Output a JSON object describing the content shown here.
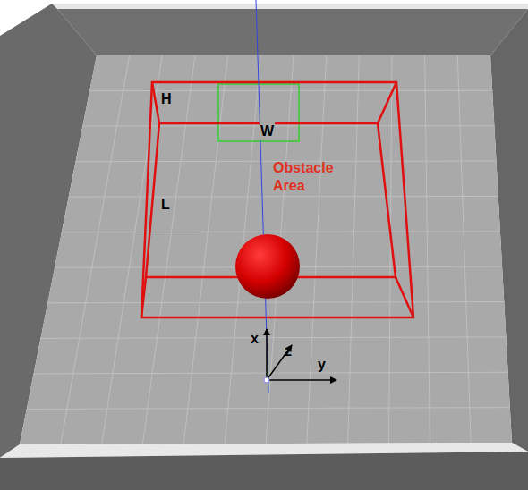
{
  "diagram": {
    "labels": [
      "H",
      "W",
      "Obstacle Area",
      "L",
      "x",
      "z",
      "y"
    ]
  }
}
